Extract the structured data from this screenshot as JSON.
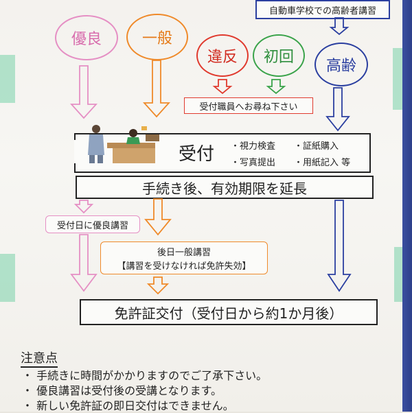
{
  "colors": {
    "pink": "#e58fc4",
    "orange": "#ef8a2a",
    "red": "#e03a2e",
    "green": "#3aa34a",
    "blue": "#2b3fa0",
    "text": "#222222"
  },
  "header_note": "自動車学校での高齢者講習",
  "categories": {
    "yuryo": "優良",
    "ippan": "一般",
    "ihan": "違反",
    "shokai": "初回",
    "korei": "高齢"
  },
  "staff_note": "受付職員へお尋ね下さい",
  "reception": {
    "title": "受付",
    "items": [
      "・視力検査",
      "・証紙購入",
      "・写真提出",
      "・用紙記入 等"
    ]
  },
  "renewal": "手続き後、有効期限を延長",
  "yuryo_note": "受付日に優良講習",
  "ippan_note": {
    "line1": "後日一般講習",
    "line2": "【講習を受けなければ免許失効】"
  },
  "issue": "免許証交付（受付日から約1か月後）",
  "notes": {
    "heading": "注意点",
    "items": [
      "・ 手続きに時間がかかりますのでご了承下さい。",
      "・ 優良講習は受付後の受講となります。",
      "・ 新しい免許証の即日交付はできません。"
    ]
  }
}
